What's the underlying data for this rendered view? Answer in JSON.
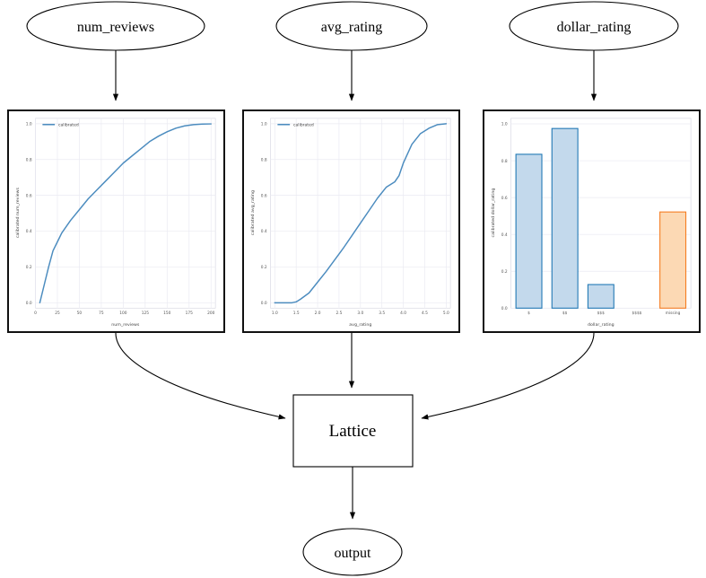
{
  "graph": {
    "input_nodes": [
      {
        "id": "num_reviews",
        "label": "num_reviews"
      },
      {
        "id": "avg_rating",
        "label": "avg_rating"
      },
      {
        "id": "dollar_rating",
        "label": "dollar_rating"
      }
    ],
    "lattice_label": "Lattice",
    "output_label": "output",
    "edge_color": "#000000"
  },
  "colors": {
    "line_blue": "#4c8cbf",
    "bar_blue_face": "#c3d9ec",
    "bar_blue_edge": "#1f77b4",
    "bar_orange_face": "#fcd9b4",
    "bar_orange_edge": "#f57c20",
    "grid": "#eaeaf2",
    "panel_border": "#111111"
  },
  "chart_data": [
    {
      "type": "line",
      "panel_title": "num_reviews calibration",
      "xlabel": "num_reviews",
      "ylabel": "calibrated num_reviews",
      "legend": [
        "calibrated"
      ],
      "legend_position": "upper left",
      "grid": true,
      "xlim": [
        0,
        205
      ],
      "ylim": [
        -0.03,
        1.03
      ],
      "xticks": [
        0,
        25,
        50,
        75,
        100,
        125,
        150,
        175,
        200
      ],
      "xticklabels": [
        "0",
        "25",
        "50",
        "75",
        "100",
        "125",
        "150",
        "175",
        "200"
      ],
      "yticks": [
        0.0,
        0.2,
        0.4,
        0.6,
        0.8,
        1.0
      ],
      "yticklabels": [
        "0.0",
        "0.2",
        "0.4",
        "0.6",
        "0.8",
        "1.0"
      ],
      "series": [
        {
          "name": "calibrated",
          "x": [
            5,
            10,
            15,
            20,
            25,
            30,
            40,
            50,
            60,
            70,
            80,
            90,
            100,
            110,
            120,
            130,
            140,
            150,
            160,
            170,
            180,
            190,
            200
          ],
          "y": [
            0.0,
            0.1,
            0.2,
            0.29,
            0.34,
            0.39,
            0.46,
            0.52,
            0.58,
            0.63,
            0.68,
            0.73,
            0.78,
            0.82,
            0.86,
            0.9,
            0.93,
            0.955,
            0.975,
            0.988,
            0.995,
            0.998,
            0.999
          ]
        }
      ]
    },
    {
      "type": "line",
      "panel_title": "avg_rating calibration",
      "xlabel": "avg_rating",
      "ylabel": "calibrated avg_rating",
      "legend": [
        "calibrated"
      ],
      "legend_position": "upper left",
      "grid": true,
      "xlim": [
        0.9,
        5.1
      ],
      "ylim": [
        -0.03,
        1.03
      ],
      "xticks": [
        1.0,
        1.5,
        2.0,
        2.5,
        3.0,
        3.5,
        4.0,
        4.5,
        5.0
      ],
      "xticklabels": [
        "1.0",
        "1.5",
        "2.0",
        "2.5",
        "3.0",
        "3.5",
        "4.0",
        "4.5",
        "5.0"
      ],
      "yticks": [
        0.0,
        0.2,
        0.4,
        0.6,
        0.8,
        1.0
      ],
      "yticklabels": [
        "0.0",
        "0.2",
        "0.4",
        "0.6",
        "0.8",
        "1.0"
      ],
      "series": [
        {
          "name": "calibrated",
          "x": [
            1.0,
            1.2,
            1.4,
            1.5,
            1.6,
            1.8,
            2.0,
            2.2,
            2.4,
            2.6,
            2.8,
            3.0,
            3.2,
            3.4,
            3.6,
            3.8,
            3.9,
            4.0,
            4.2,
            4.4,
            4.6,
            4.8,
            5.0
          ],
          "y": [
            0.0,
            0.0,
            0.0,
            0.005,
            0.02,
            0.055,
            0.115,
            0.175,
            0.24,
            0.305,
            0.375,
            0.445,
            0.515,
            0.585,
            0.645,
            0.675,
            0.71,
            0.78,
            0.885,
            0.945,
            0.975,
            0.995,
            1.0
          ]
        }
      ]
    },
    {
      "type": "bar",
      "panel_title": "dollar_rating calibration",
      "xlabel": "dollar_rating",
      "ylabel": "calibrated dollar_rating",
      "grid": true,
      "ylim": [
        0.0,
        1.03
      ],
      "yticks": [
        0.0,
        0.2,
        0.4,
        0.6,
        0.8,
        1.0
      ],
      "yticklabels": [
        "0.0",
        "0.2",
        "0.4",
        "0.6",
        "0.8",
        "1.0"
      ],
      "categories": [
        "$",
        "$$",
        "$$$",
        "$$$$",
        "missing"
      ],
      "values": [
        0.835,
        0.975,
        0.128,
        0.0,
        0.522
      ],
      "bar_colors": [
        "blue",
        "blue",
        "blue",
        "blue",
        "orange"
      ]
    }
  ]
}
